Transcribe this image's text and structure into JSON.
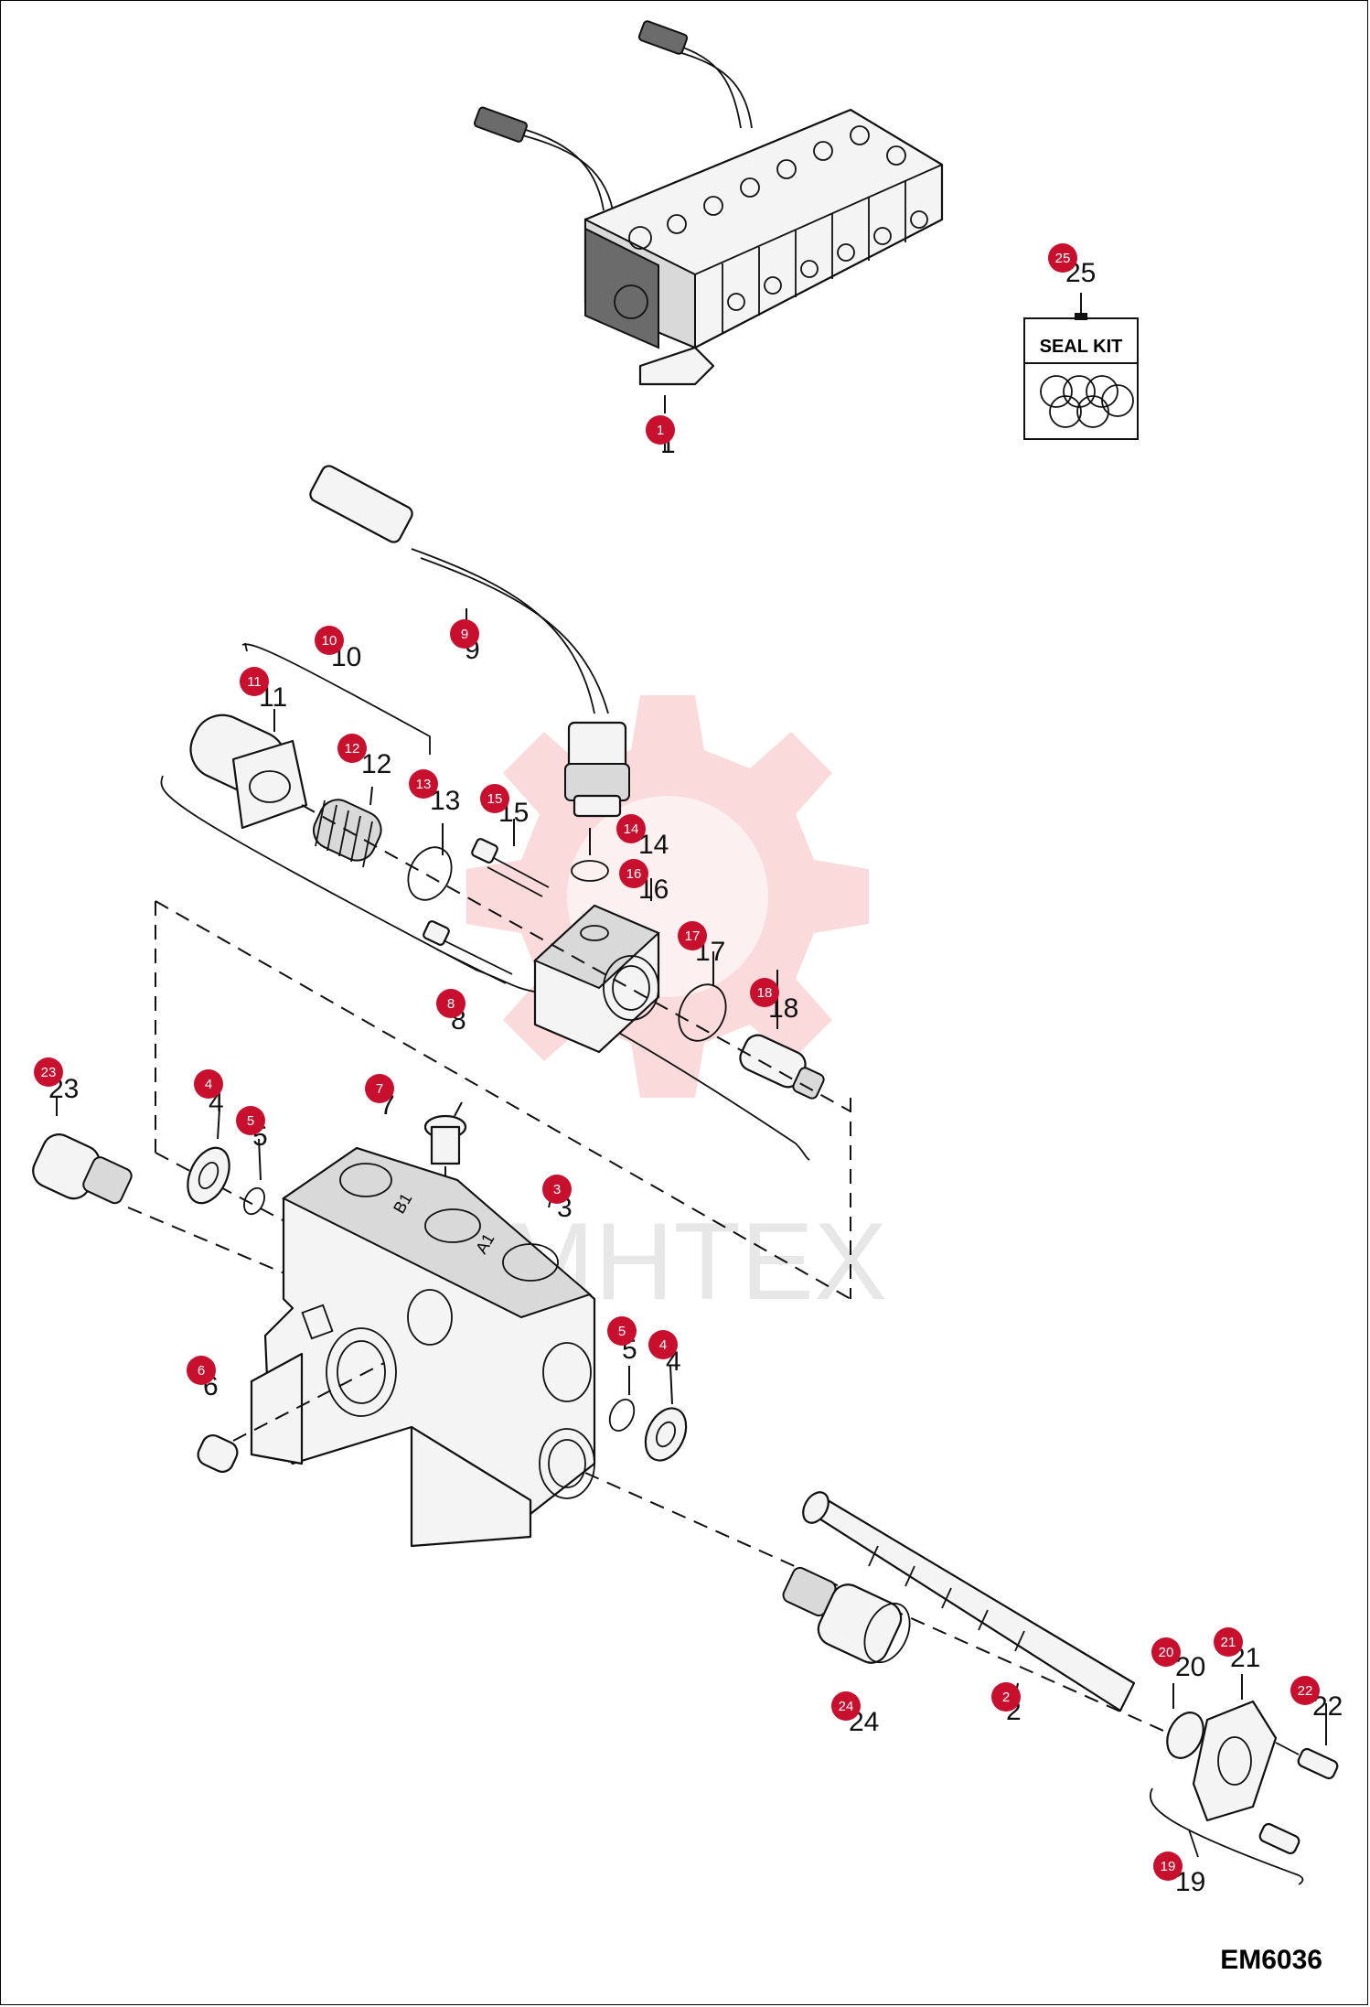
{
  "drawing_code": "EM6036",
  "seal_kit_label": "SEAL KIT",
  "watermark": "MHTEX",
  "callouts": [
    {
      "id": "c1",
      "number": "1",
      "badge": "1"
    },
    {
      "id": "c2",
      "number": "2",
      "badge": "2"
    },
    {
      "id": "c3",
      "number": "3",
      "badge": "3"
    },
    {
      "id": "c4a",
      "number": "4",
      "badge": "4"
    },
    {
      "id": "c4b",
      "number": "4",
      "badge": "4"
    },
    {
      "id": "c5a",
      "number": "5",
      "badge": "5"
    },
    {
      "id": "c5b",
      "number": "5",
      "badge": "5"
    },
    {
      "id": "c6",
      "number": "6",
      "badge": "6"
    },
    {
      "id": "c7",
      "number": "7",
      "badge": "7"
    },
    {
      "id": "c8",
      "number": "8",
      "badge": "8"
    },
    {
      "id": "c9",
      "number": "9",
      "badge": "9"
    },
    {
      "id": "c10",
      "number": "10",
      "badge": "10"
    },
    {
      "id": "c11",
      "number": "11",
      "badge": "11"
    },
    {
      "id": "c12",
      "number": "12",
      "badge": "12"
    },
    {
      "id": "c13",
      "number": "13",
      "badge": "13"
    },
    {
      "id": "c14",
      "number": "14",
      "badge": "14"
    },
    {
      "id": "c15",
      "number": "15",
      "badge": "15"
    },
    {
      "id": "c16",
      "number": "16",
      "badge": "16"
    },
    {
      "id": "c17",
      "number": "17",
      "badge": "17"
    },
    {
      "id": "c18",
      "number": "18",
      "badge": "18"
    },
    {
      "id": "c19",
      "number": "19",
      "badge": "19"
    },
    {
      "id": "c20",
      "number": "20",
      "badge": "20"
    },
    {
      "id": "c21",
      "number": "21",
      "badge": "21"
    },
    {
      "id": "c22",
      "number": "22",
      "badge": "22"
    },
    {
      "id": "c23",
      "number": "23",
      "badge": "23"
    },
    {
      "id": "c24",
      "number": "24",
      "badge": "24"
    },
    {
      "id": "c25",
      "number": "25",
      "badge": "25"
    }
  ],
  "port_labels": {
    "b1": "B1",
    "a1": "A1"
  }
}
